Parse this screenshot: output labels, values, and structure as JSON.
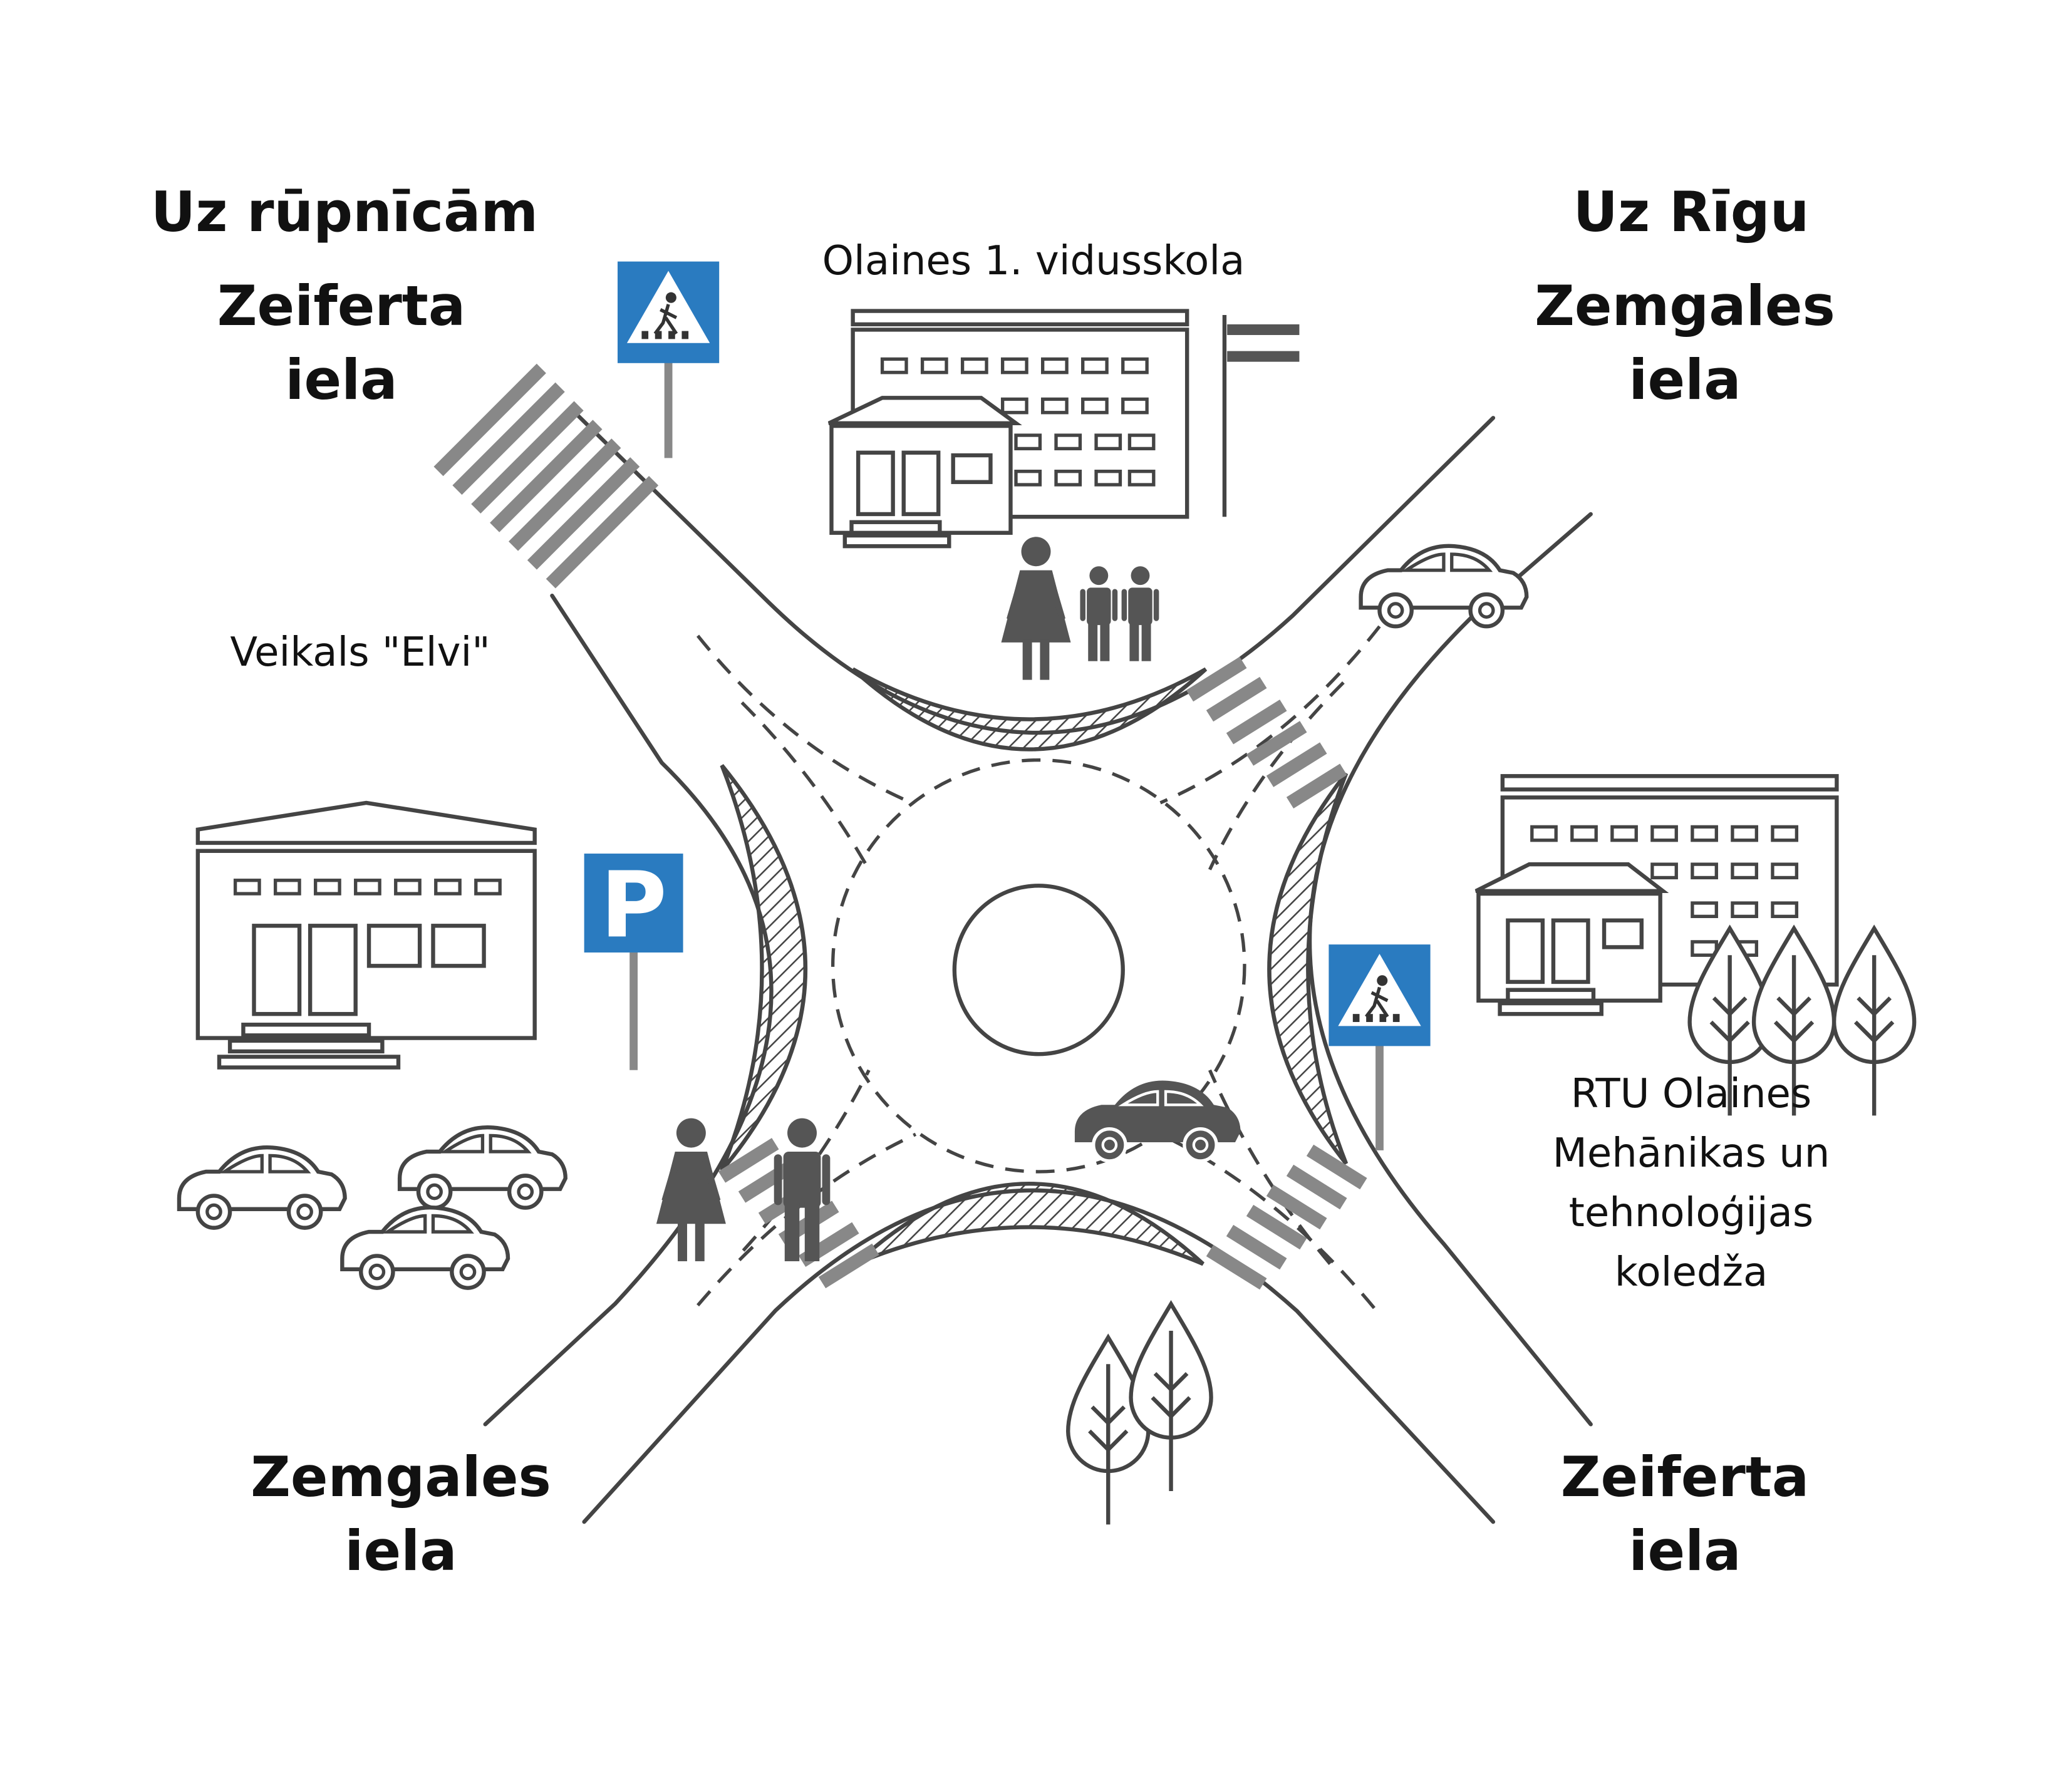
{
  "labels": {
    "direction_factories": "Uz rūpnīcām",
    "direction_riga": "Uz Rīgu",
    "street_nw": {
      "line1": "Zeiferta",
      "line2": "iela"
    },
    "street_ne": {
      "line1": "Zemgales",
      "line2": "iela"
    },
    "street_sw": {
      "line1": "Zemgales",
      "line2": "iela"
    },
    "street_se": {
      "line1": "Zeiferta",
      "line2": "iela"
    },
    "school": "Olaines 1. vidusskola",
    "shop": "Veikals \"Elvi\"",
    "college": {
      "line1": "RTU Olaines",
      "line2": "Mehānikas un",
      "line3": "tehnoloģijas",
      "line4": "koledža"
    }
  },
  "signs": {
    "parking_letter": "P"
  },
  "colors": {
    "line": "#444444",
    "dark_fill": "#555555",
    "crossing": "#888888",
    "sign_blue": "#2a7bc0",
    "sign_post": "#888888"
  },
  "icons": [
    "pedestrian-crossing-sign-icon",
    "parking-sign-icon",
    "car-icon",
    "pedestrian-icon",
    "tree-icon",
    "building-icon",
    "flag-icon"
  ]
}
